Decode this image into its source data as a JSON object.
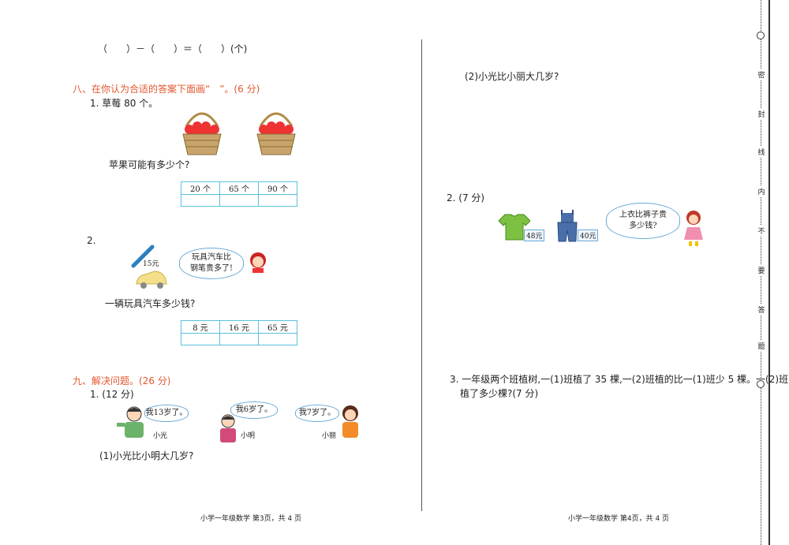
{
  "left": {
    "top_formula": "（　　）－（　　）＝（　　）(个)",
    "sec8": {
      "title": "八、在你认为合适的答案下面画“　”。(6 分)"
    },
    "q8_1": {
      "label": "1. 草莓 80 个。",
      "question": "苹果可能有多少个?",
      "options": [
        "20 个",
        "65 个",
        "90 个"
      ]
    },
    "q8_2": {
      "label": "2.",
      "pen_price": "15元",
      "bubble": "玩具汽车比\n钢笔贵多了!",
      "question": "一辆玩具汽车多少钱?",
      "options": [
        "8 元",
        "16 元",
        "65 元"
      ]
    },
    "sec9": {
      "title": "九、解决问题。(26 分)"
    },
    "q9_1": {
      "label": "1. (12 分)",
      "kids": [
        {
          "bubble": "我13岁了。",
          "name": "小光"
        },
        {
          "bubble": "我6岁了。",
          "name": "小明"
        },
        {
          "bubble": "我7岁了。",
          "name": "小丽"
        }
      ],
      "sub1": "(1)小光比小明大几岁?"
    },
    "footer": "小学一年级数学  第3页，共 4 页"
  },
  "right": {
    "sub2": "(2)小光比小丽大几岁?",
    "q2": {
      "label": "2. (7 分)",
      "shirt_price": "48元",
      "pants_price": "40元",
      "bubble": "上衣比裤子贵\n多少钱?"
    },
    "q3": {
      "line1": "3. 一年级两个班植树,一(1)班植了 35 棵,一(2)班植的比一(1)班少 5 棵。一(2)班",
      "line2": "植了多少棵?(7 分)"
    },
    "footer": "小学一年级数学  第4页，共 4 页"
  },
  "binding": {
    "chars": [
      "密",
      "封",
      "线",
      "内",
      "不",
      "要",
      "答",
      "题"
    ]
  }
}
